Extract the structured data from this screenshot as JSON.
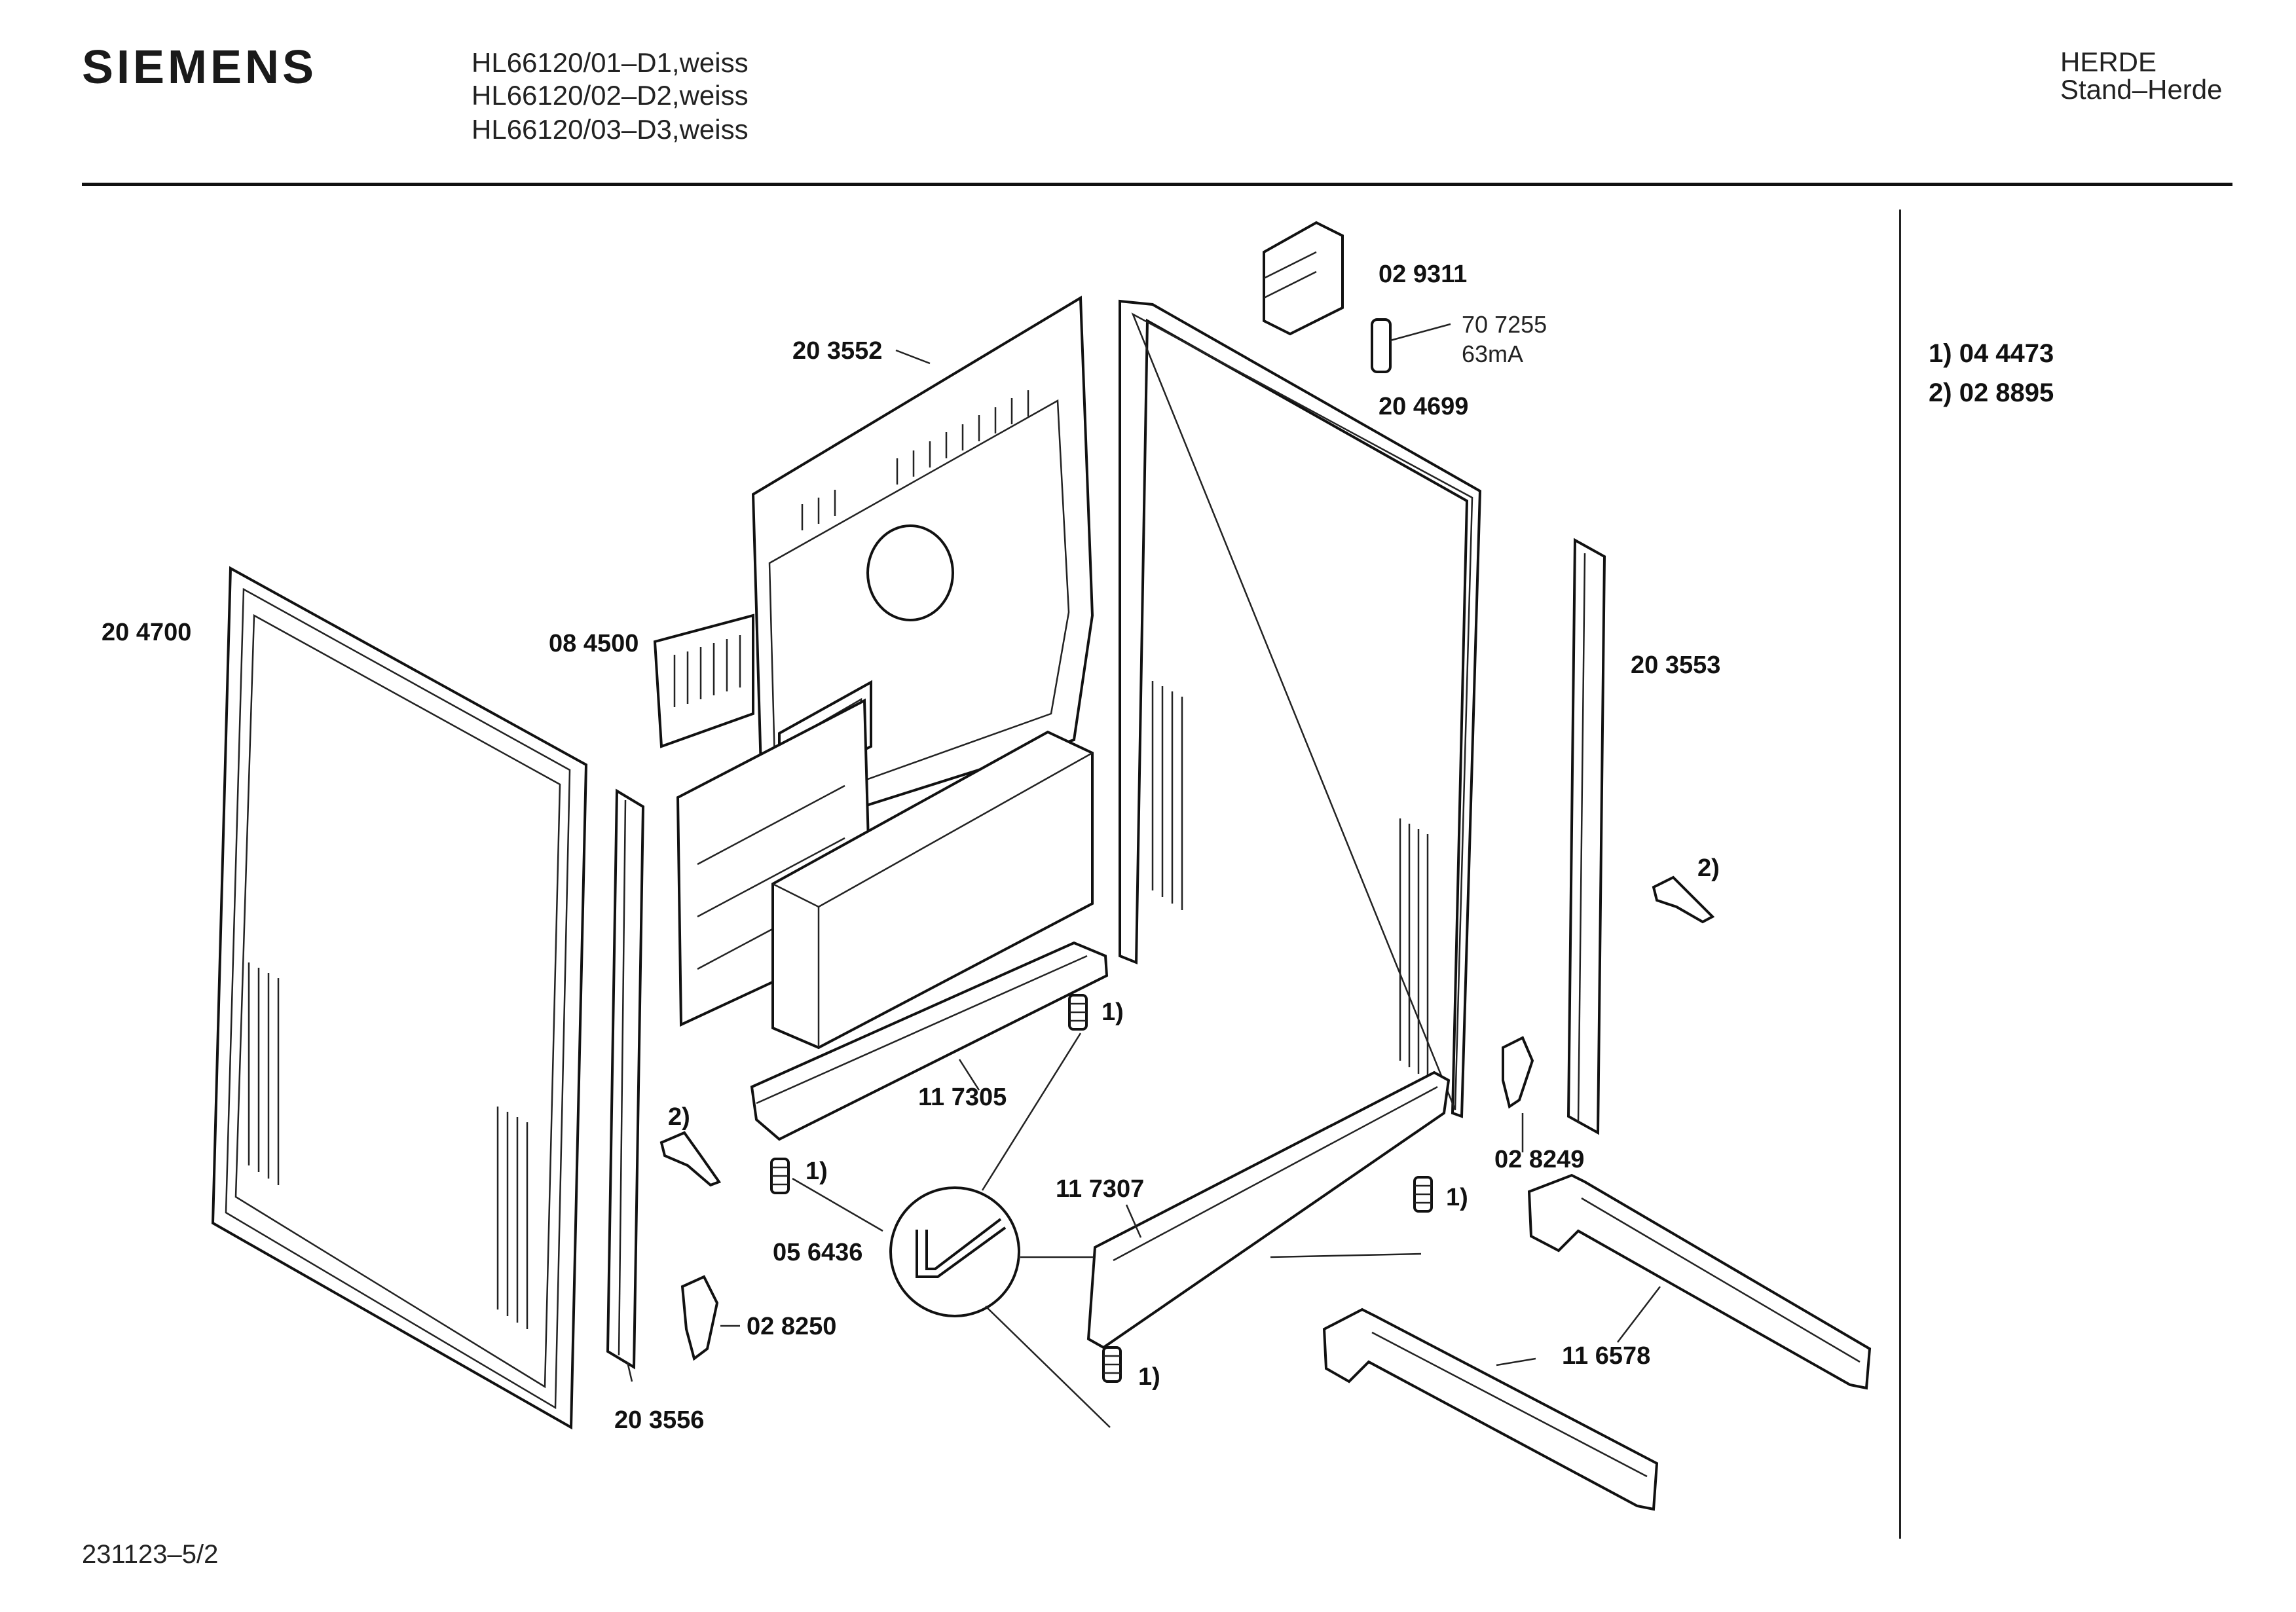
{
  "header": {
    "brand": "SIEMENS",
    "models": [
      "HL66120/01–D1,weiss",
      "HL66120/02–D2,weiss",
      "HL66120/03–D3,weiss"
    ],
    "category": [
      "HERDE",
      "Stand–Herde"
    ]
  },
  "legend": [
    {
      "marker": "1)",
      "part": "04 4473"
    },
    {
      "marker": "2)",
      "part": "02 8895"
    }
  ],
  "parts": {
    "p029311": "02 9311",
    "p707255": "70 7255",
    "p63ma": "63mA",
    "p204699": "20 4699",
    "p203552": "20 3552",
    "p204700": "20 4700",
    "p084500": "08 4500",
    "p203553": "20 3553",
    "p117305": "11 7305",
    "p117307": "11 7307",
    "p056436": "05 6436",
    "p028249": "02 8249",
    "p028250": "02 8250",
    "p203556": "20 3556",
    "p116578": "11 6578"
  },
  "notes": {
    "n1a": "1)",
    "n1b": "1)",
    "n1c": "1)",
    "n1d": "1)",
    "n2a": "2)",
    "n2b": "2)"
  },
  "footer": {
    "doc_id": "231123–5/2"
  }
}
